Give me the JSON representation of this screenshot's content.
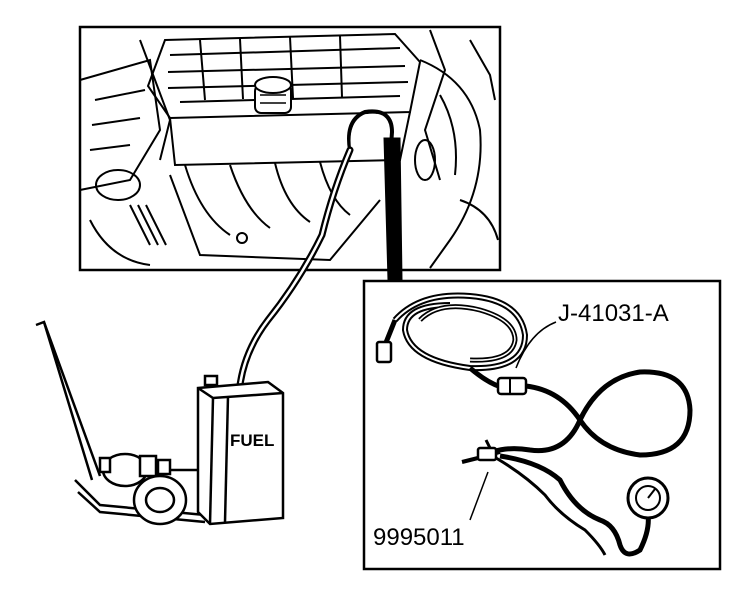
{
  "labels": {
    "tool_number": "J-41031-A",
    "adapter_number": "9995011",
    "tank_text": "FUEL"
  },
  "colors": {
    "line": "#000000",
    "background": "#ffffff"
  }
}
